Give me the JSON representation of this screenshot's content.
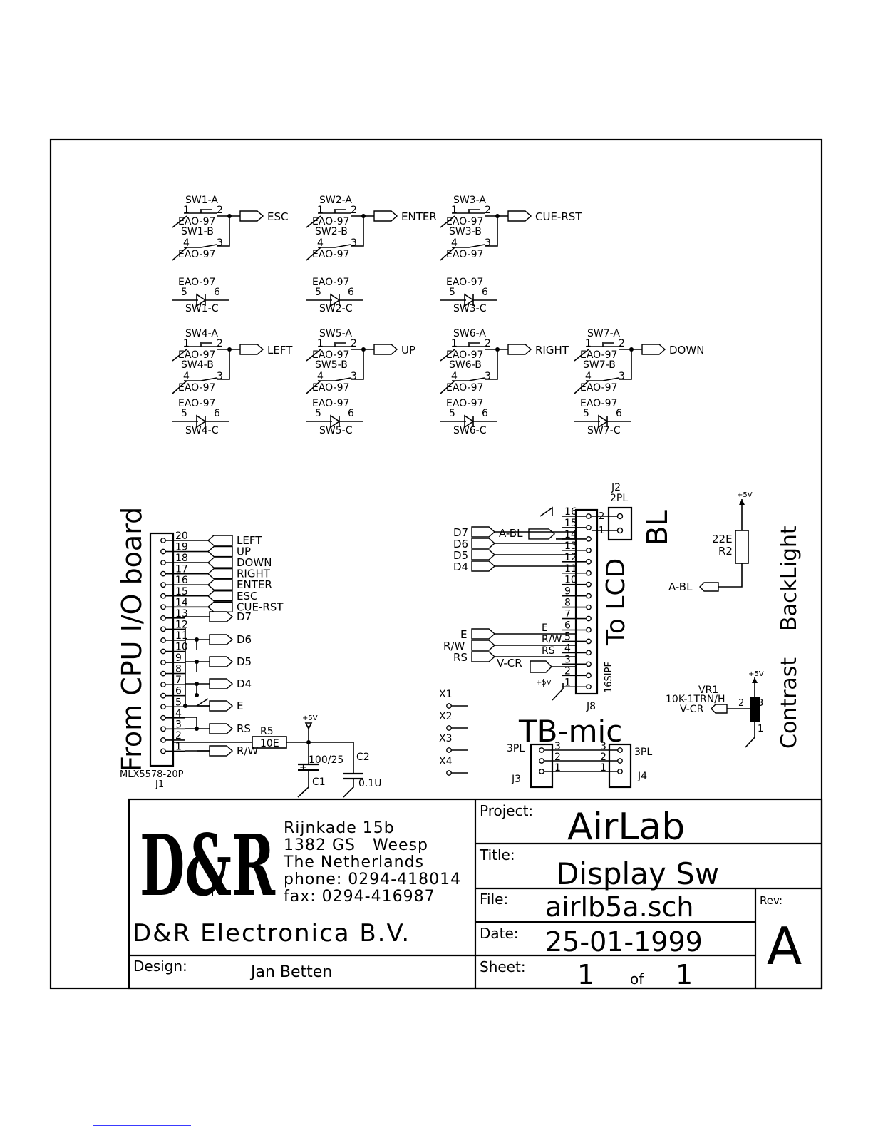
{
  "switch_row1": [
    {
      "a": "SW1-A",
      "b": "SW1-B",
      "c": "SW1-C",
      "part": "EAO-97",
      "net": "ESC"
    },
    {
      "a": "SW2-A",
      "b": "SW2-B",
      "c": "SW2-C",
      "part": "EAO-97",
      "net": "ENTER"
    },
    {
      "a": "SW3-A",
      "b": "SW3-B",
      "c": "SW3-C",
      "part": "EAO-97",
      "net": "CUE-RST"
    }
  ],
  "switch_row2": [
    {
      "a": "SW4-A",
      "b": "SW4-B",
      "c": "SW4-C",
      "part": "EAO-97",
      "net": "LEFT"
    },
    {
      "a": "SW5-A",
      "b": "SW5-B",
      "c": "SW5-C",
      "part": "EAO-97",
      "net": "UP"
    },
    {
      "a": "SW6-A",
      "b": "SW6-B",
      "c": "SW6-C",
      "part": "EAO-97",
      "net": "RIGHT"
    },
    {
      "a": "SW7-A",
      "b": "SW7-B",
      "c": "SW7-C",
      "part": "EAO-97",
      "net": "DOWN"
    }
  ],
  "switch_pins": {
    "p1": "1",
    "p2": "2",
    "p3": "3",
    "p4": "4",
    "p5": "5",
    "p6": "6"
  },
  "j1": {
    "heading": "From CPU I/O board",
    "part": "MLX5578-20P",
    "ref": "J1",
    "pins": [
      "20",
      "19",
      "18",
      "17",
      "16",
      "15",
      "14",
      "13",
      "12",
      "11",
      "10",
      "9",
      "8",
      "7",
      "6",
      "5",
      "4",
      "3",
      "2",
      "1"
    ],
    "inputs": [
      "LEFT",
      "UP",
      "DOWN",
      "RIGHT",
      "ENTER",
      "ESC",
      "CUE-RST"
    ],
    "outputs": [
      "D7",
      "D6",
      "D5",
      "D4",
      "E",
      "RS",
      "R/W"
    ]
  },
  "r5": {
    "ref": "R5",
    "value": "10E"
  },
  "c1": {
    "ref": "C1",
    "value": "100/25"
  },
  "c2": {
    "ref": "C2",
    "value": "0.1U"
  },
  "supply": "+5V",
  "x_refs": [
    "X1",
    "X2",
    "X3",
    "X4"
  ],
  "j8": {
    "ref": "J8",
    "part": "16SIPF",
    "heading": "To LCD",
    "pins": [
      "16",
      "15",
      "14",
      "13",
      "12",
      "11",
      "10",
      "9",
      "8",
      "7",
      "6",
      "5",
      "4",
      "3",
      "2",
      "1"
    ],
    "nets_left": [
      "A-BL",
      "D7",
      "D6",
      "D5",
      "D4",
      "E",
      "R/W",
      "RS",
      "V-CR"
    ],
    "pin_nets": [
      "E",
      "R/W",
      "RS"
    ]
  },
  "j2": {
    "ref": "J2",
    "part": "2PL",
    "heading": "BL",
    "pins": [
      "2",
      "1"
    ]
  },
  "tbmic": {
    "heading": "TB-mic",
    "j3_ref": "J3",
    "j3_part": "3PL",
    "j4_ref": "J4",
    "j4_part": "3PL",
    "pins": [
      "3",
      "2",
      "1"
    ]
  },
  "r2": {
    "ref": "R2",
    "value": "22E",
    "net": "A-BL"
  },
  "vr1": {
    "ref": "VR1",
    "value": "10K-1TRN/H",
    "net": "V-CR",
    "pins": [
      "1",
      "2",
      "3"
    ]
  },
  "side_labels": {
    "contrast": "Contrast",
    "backlight": "BackLight"
  },
  "title_block": {
    "address": [
      "Rijnkade 15b",
      "1382 GS   Weesp",
      "The Netherlands",
      "phone: 0294-418014",
      "fax: 0294-416987"
    ],
    "company": "D&R Electronica B.V.",
    "design_label": "Design:",
    "design": "Jan Betten",
    "project_label": "Project:",
    "project": "AirLab",
    "title_label": "Title:",
    "title": "Display Sw",
    "file_label": "File:",
    "file": "airlb5a.sch",
    "date_label": "Date:",
    "date": "25-01-1999",
    "sheet_label": "Sheet:",
    "sheet": "1",
    "of_label": "of",
    "sheets": "1",
    "rev_label": "Rev:",
    "rev": "A"
  }
}
